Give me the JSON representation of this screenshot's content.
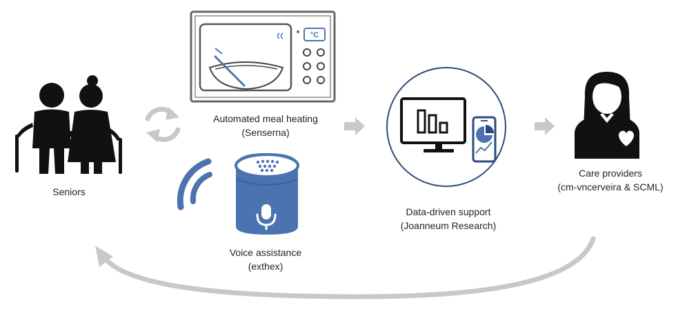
{
  "nodes": {
    "seniors": {
      "line1": "Seniors"
    },
    "meal": {
      "line1": "Automated meal heating",
      "line2": "(Senserna)"
    },
    "voice": {
      "line1": "Voice assistance",
      "line2": "(exthex)"
    },
    "data": {
      "line1": "Data-driven support",
      "line2": "(Joanneum Research)"
    },
    "care": {
      "line1": "Care providers",
      "line2": "(cm-vncerveira & SCML)"
    }
  },
  "microwave": {
    "display": "°C"
  },
  "colors": {
    "icon": "#111111",
    "accent_blue": "#4a73b0",
    "arrow_gray": "#c8c8c8",
    "frame_gray": "#555555"
  }
}
